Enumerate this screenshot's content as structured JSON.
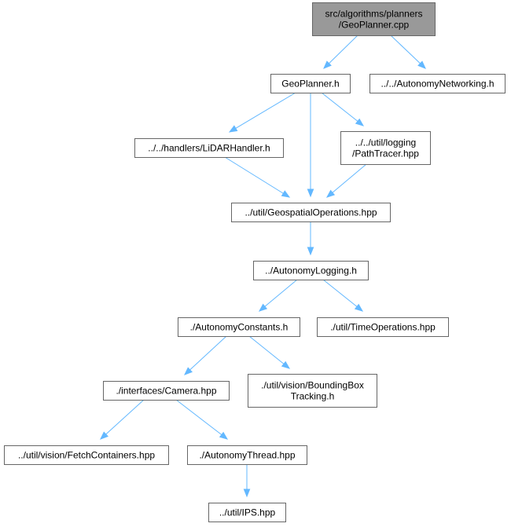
{
  "nodes": {
    "root": {
      "lines": [
        "src/algorithms/planners",
        "/GeoPlanner.cpp"
      ]
    },
    "geoplanner_h": {
      "lines": [
        "GeoPlanner.h"
      ]
    },
    "autonomy_networking": {
      "lines": [
        "../../AutonomyNetworking.h"
      ]
    },
    "lidar_handler": {
      "lines": [
        "../../handlers/LiDARHandler.h"
      ]
    },
    "path_tracer": {
      "lines": [
        "../../util/logging",
        "/PathTracer.hpp"
      ]
    },
    "geospatial_ops": {
      "lines": [
        "../util/GeospatialOperations.hpp"
      ]
    },
    "autonomy_logging": {
      "lines": [
        "../AutonomyLogging.h"
      ]
    },
    "autonomy_constants": {
      "lines": [
        "./AutonomyConstants.h"
      ]
    },
    "time_ops": {
      "lines": [
        "./util/TimeOperations.hpp"
      ]
    },
    "camera": {
      "lines": [
        "./interfaces/Camera.hpp"
      ]
    },
    "bounding_box": {
      "lines": [
        "./util/vision/BoundingBox",
        "Tracking.h"
      ]
    },
    "fetch_containers": {
      "lines": [
        "../util/vision/FetchContainers.hpp"
      ]
    },
    "autonomy_thread": {
      "lines": [
        "./AutonomyThread.hpp"
      ]
    },
    "ips": {
      "lines": [
        "../util/IPS.hpp"
      ]
    }
  },
  "colors": {
    "root_fill": "#999999",
    "node_fill": "#ffffff",
    "node_border": "#666666",
    "edge": "#63b8ff"
  }
}
